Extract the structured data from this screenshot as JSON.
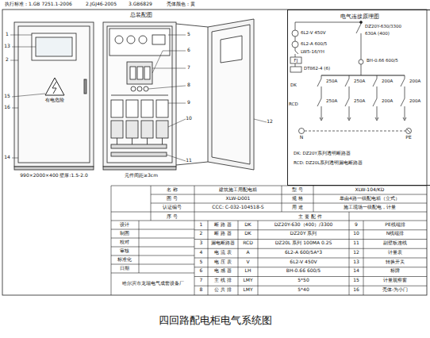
{
  "diagram": {
    "caption": "四回路配电柜电气系统图",
    "nodes": [
      {
        "text": [
          "电气连接原理图"
        ]
      }
    ],
    "labels": [
      "执行标准：1.GB 7251.1-2006",
      "2.JGJ46-2005",
      "3.GB6829",
      "壳体颜色：黄",
      "总装配图",
      "1",
      "13",
      "2",
      "15",
      "16",
      "14",
      "5",
      "6",
      "7",
      "8",
      "9",
      "10",
      "11",
      "12",
      "有电危险",
      "990×2000×400 壁厚:1.5-2.0",
      "元件间距≥3cm",
      "6L2-V 450V",
      "6L2-A 600/5",
      "LW5-16/YH",
      "FJ",
      "DT862-4 (6)",
      "DZ20Y-630/3300",
      "630A (400)",
      "BH-0.66 600/5",
      "DK",
      "RCD",
      "250A",
      "250A",
      "200A",
      "200A",
      "250A",
      "250A",
      "200A",
      "200A",
      "N",
      "PE",
      "DK: DZ20Y系列透明断路器",
      "RCD: DZ20L系列透明漏电断路器",
      "名 称",
      "建筑施工用配电箱",
      "型 号",
      "XLW-104/KD",
      "图 号",
      "XLW-D001",
      "规 格",
      "单由4路一级配电箱（立式）",
      "认证编号",
      "CCC: C-032-104518-S",
      "用 途",
      "施工现场一级配电，计量",
      "序 号",
      "主 要 配 件",
      "设计",
      "制图",
      "校对",
      "审核",
      "标准化",
      "日期",
      "哈尔滨市龙瑞电气成套设备厂",
      "1",
      "断 路 器",
      "DK",
      "DZ20Y-630（400）/3300",
      "9",
      "PE线端排",
      "2",
      "断 路 器",
      "DK",
      "DZ20Y 系列",
      "10",
      "N线端排",
      "3",
      "漏电断路器",
      "RCD",
      "DZ20L 系列 100MA 0.2S",
      "11",
      "副壁板连线",
      "4",
      "电 流 表",
      "A",
      "6L2-A 600/5A*3",
      "12",
      "计量表",
      "5",
      "电 压 表",
      "V",
      "6L2-V 450V",
      "13",
      "转换开关",
      "6",
      "电 感 器",
      "LH",
      "BH-0.66 600/5",
      "14",
      "标牌",
      "7",
      "主 线 排",
      "LMY",
      "5*50",
      "15",
      "计量观察窗",
      "8",
      "公 共 排",
      "LMY",
      "5*40",
      "16",
      "壳体-为小门"
    ]
  }
}
